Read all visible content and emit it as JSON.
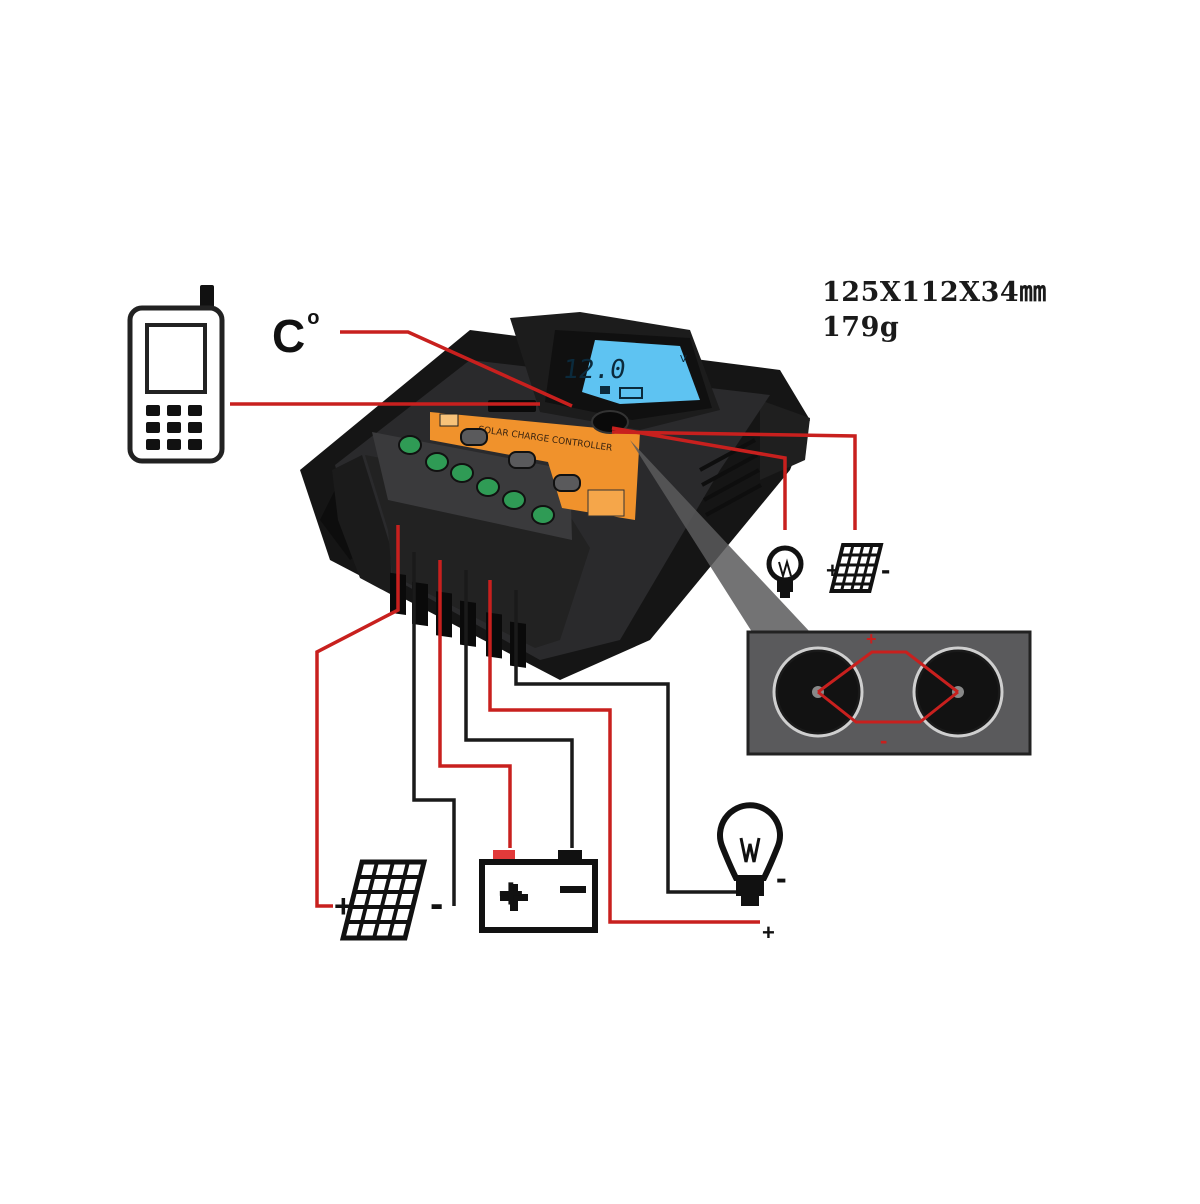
{
  "specs": {
    "dimensions": "125X112X34㎜",
    "weight": "179g"
  },
  "labels": {
    "temperature": "C",
    "temperature_degree": "o",
    "device_brand": "SOLAR CHARGE CONTROLLER",
    "lcd_reading": "12.0",
    "lcd_unit": "V"
  },
  "terminals": {
    "panel_plus": "+",
    "panel_minus": "-",
    "battery_plus": "+",
    "battery_minus": "-",
    "load_plus": "+",
    "load_minus": "-",
    "small_panel_plus": "+",
    "small_panel_minus": "-",
    "inset_plus": "+",
    "inset_minus": "-"
  },
  "colors": {
    "wire_red": "#c8201e",
    "wire_black": "#1a1a1a",
    "case_dark": "#2a2a2c",
    "accent_orange": "#f0922c",
    "lcd_blue": "#5ec3f2",
    "terminal_green": "#2f9b55",
    "inset_gray": "#5a5a5c"
  }
}
